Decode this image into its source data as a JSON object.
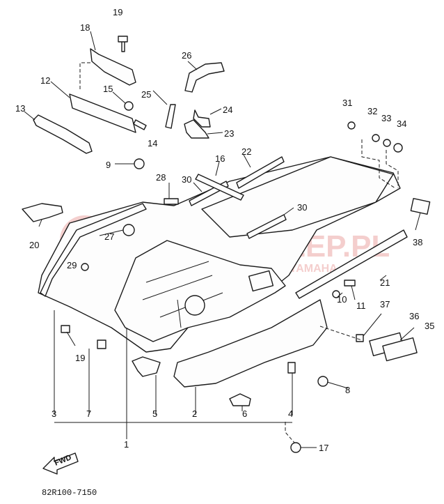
{
  "diagram": {
    "code": "82R100-7150",
    "fwd_label": "FWD",
    "watermark": {
      "title": "MOTO-SKLEP.PL",
      "subtitle": "AUTORYZOWANY DEALER YAMAHA",
      "color": "#d9534f"
    },
    "callouts": [
      "1",
      "2",
      "3",
      "4",
      "5",
      "6",
      "7",
      "8",
      "9",
      "10",
      "11",
      "12",
      "13",
      "14",
      "15",
      "16",
      "17",
      "18",
      "19",
      "19",
      "20",
      "21",
      "22",
      "23",
      "24",
      "25",
      "26",
      "27",
      "28",
      "29",
      "30",
      "30",
      "31",
      "32",
      "33",
      "34",
      "35",
      "36",
      "37",
      "38"
    ]
  }
}
